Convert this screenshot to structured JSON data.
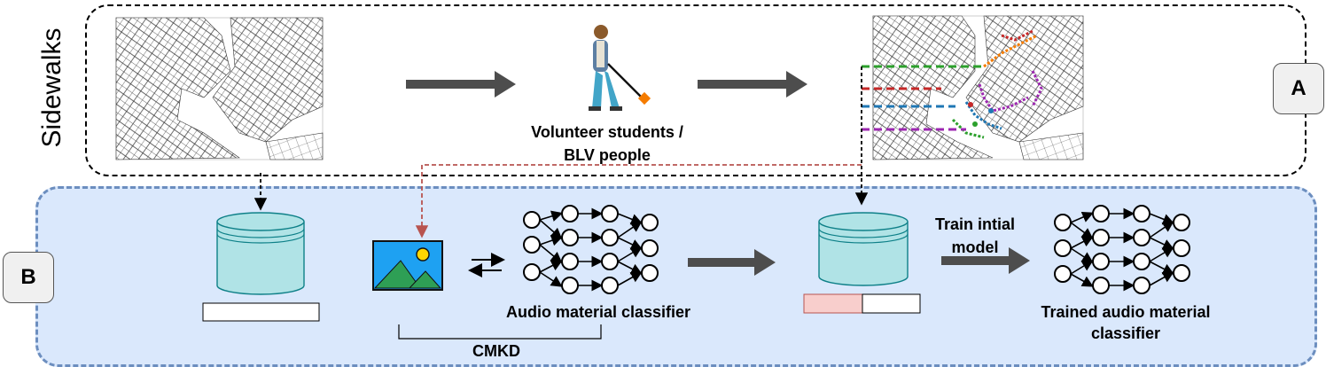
{
  "section_a": {
    "side_label": "Sidewalks",
    "tag": "A",
    "volunteer_label_line1": "Volunteer students /",
    "volunteer_label_line2": "BLV people"
  },
  "section_b": {
    "tag": "B",
    "audio_classifier_label": "Audio material classifier",
    "cmkd_label": "CMKD",
    "train_label_line1": "Train intial",
    "train_label_line2": "model",
    "trained_label_line1": "Trained audio material",
    "trained_label_line2": "classifier"
  },
  "colors": {
    "panel_b_fill": "#dae8fc",
    "panel_b_border": "#6c8ebf",
    "database_fill": "#b0e3e6",
    "database_stroke": "#0e8088",
    "arrow_gray": "#4d4d4d",
    "dash_green": "#2ca02c",
    "dash_red": "#c62828",
    "dash_blue": "#1f77b4",
    "dash_purple": "#9c27b0",
    "dash_brown_red": "#b85450",
    "label_bar_pink": "#f8cecc"
  }
}
